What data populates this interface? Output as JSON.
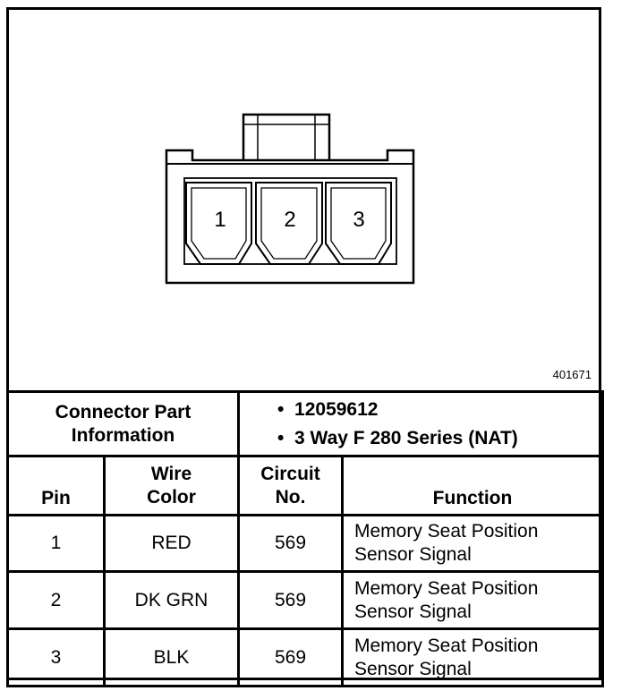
{
  "figure_number": "401671",
  "connector": {
    "pins": [
      {
        "label": "1"
      },
      {
        "label": "2"
      },
      {
        "label": "3"
      }
    ]
  },
  "part_info": {
    "label_line1": "Connector Part",
    "label_line2": "Information",
    "items": [
      "12059612",
      "3 Way F 280 Series (NAT)"
    ]
  },
  "columns": {
    "pin": "Pin",
    "wire_color_line1": "Wire",
    "wire_color_line2": "Color",
    "circuit_line1": "Circuit",
    "circuit_line2": "No.",
    "function": "Function"
  },
  "rows": [
    {
      "pin": "1",
      "wire_color": "RED",
      "circuit": "569",
      "function_line1": "Memory Seat Position",
      "function_line2": "Sensor Signal"
    },
    {
      "pin": "2",
      "wire_color": "DK GRN",
      "circuit": "569",
      "function_line1": "Memory Seat Position",
      "function_line2": "Sensor Signal"
    },
    {
      "pin": "3",
      "wire_color": "BLK",
      "circuit": "569",
      "function_line1": "Memory Seat Position",
      "function_line2": "Sensor Signal"
    }
  ]
}
